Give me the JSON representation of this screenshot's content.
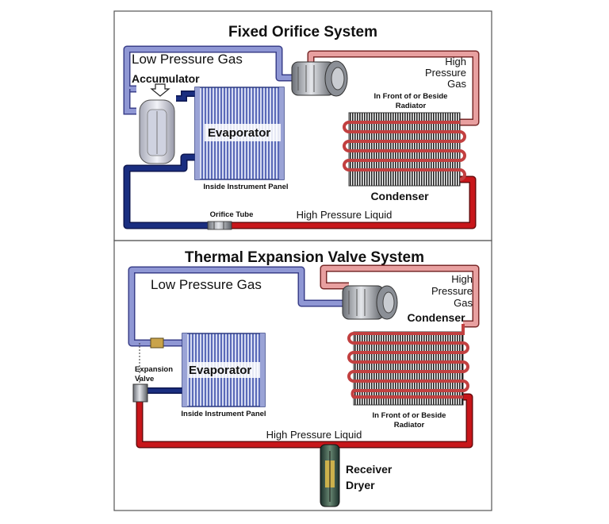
{
  "fixed_orifice": {
    "title": "Fixed Orifice System",
    "low_pressure_gas": "Low Pressure Gas",
    "accumulator": "Accumulator",
    "high_pressure_gas": [
      "High",
      "Pressure",
      "Gas"
    ],
    "front_radiator": [
      "In Front of or Beside",
      "Radiator"
    ],
    "evaporator": "Evaporator",
    "inside_panel": "Inside Instrument Panel",
    "condenser": "Condenser",
    "orifice_tube": "Orifice Tube",
    "high_pressure_liquid": "High Pressure Liquid"
  },
  "txv": {
    "title": "Thermal Expansion Valve System",
    "low_pressure_gas": "Low Pressure Gas",
    "high_pressure_gas": [
      "High",
      "Pressure",
      "Gas"
    ],
    "condenser": "Condenser",
    "expansion_valve": [
      "Expansion",
      "Valve"
    ],
    "evaporator": "Evaporator",
    "inside_panel": "Inside Instrument Panel",
    "front_radiator": [
      "In Front of or Beside",
      "Radiator"
    ],
    "high_pressure_liquid": "High Pressure Liquid",
    "receiver_dryer": [
      "Receiver",
      "Dryer"
    ]
  },
  "colors": {
    "low_pressure_line": "#8f97d4",
    "low_pressure_outline": "#3a3f8a",
    "high_pressure_gas_line": "#e8a0a0",
    "high_pressure_liquid_line": "#c8161a",
    "liquid_dark_line": "#1a2e80",
    "frame": "#555555"
  }
}
